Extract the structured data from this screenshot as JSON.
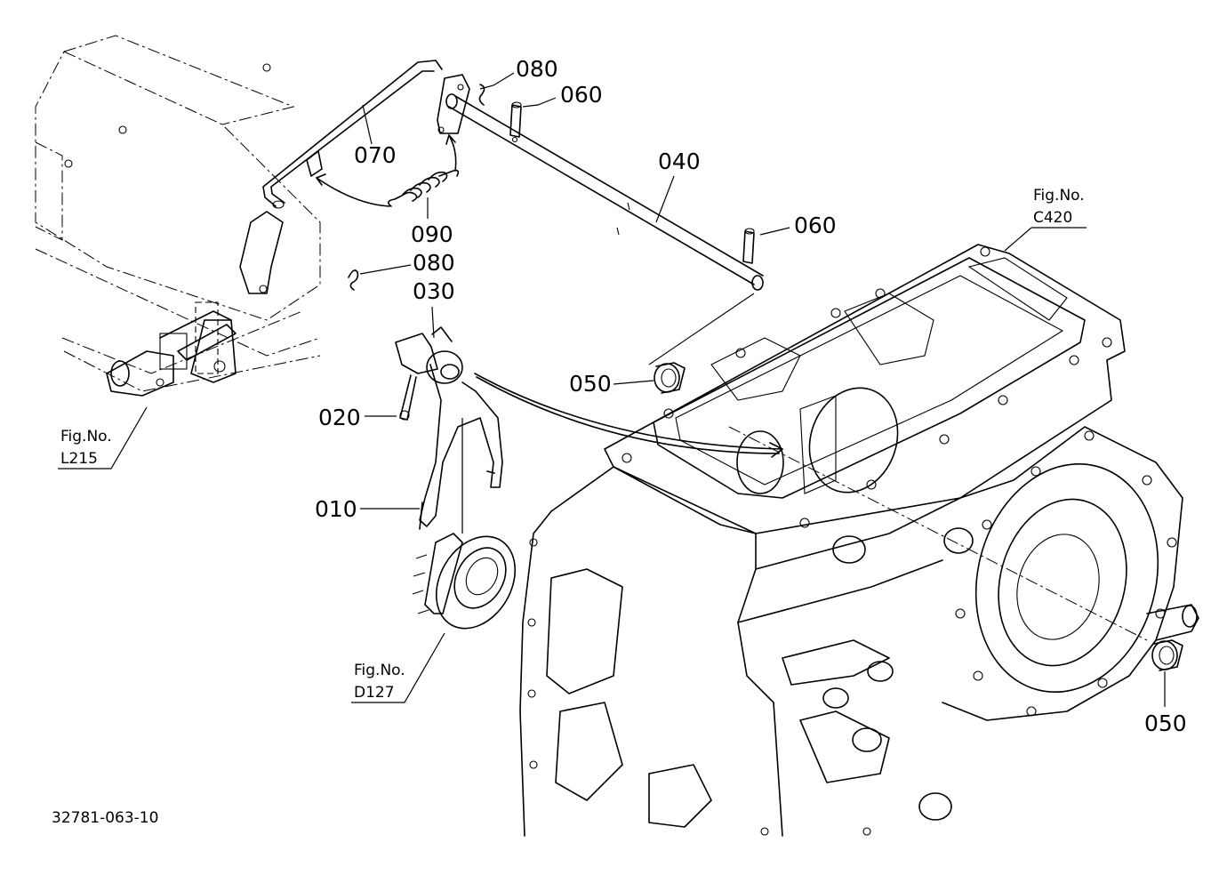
{
  "labels": {
    "p080a": "080",
    "p060a": "060",
    "p070": "070",
    "p040": "040",
    "p090": "090",
    "p060b": "060",
    "p080b": "080",
    "p030": "030",
    "p050a": "050",
    "p020": "020",
    "p010": "010",
    "p050b": "050"
  },
  "figrefs": {
    "c420": {
      "line1": "Fig.No.",
      "line2": "C420"
    },
    "l215": {
      "line1": "Fig.No.",
      "line2": "L215"
    },
    "d127": {
      "line1": "Fig.No.",
      "line2": "D127"
    }
  },
  "drawing_number": "32781-063-10"
}
